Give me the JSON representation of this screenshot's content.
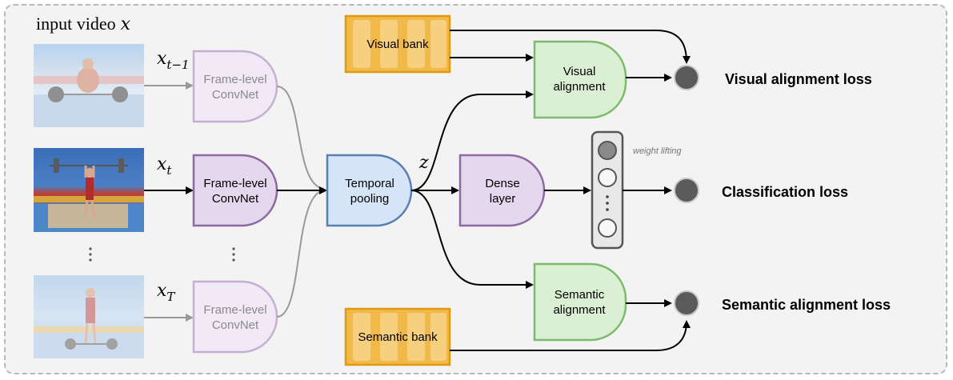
{
  "title": "input video",
  "title_var": "x",
  "frames": [
    {
      "sub": "t−1",
      "var": "x",
      "dim": true
    },
    {
      "sub": "t",
      "var": "x",
      "dim": false
    },
    {
      "sub": "T",
      "var": "x",
      "dim": true
    }
  ],
  "convnet_label_1": "Frame-level",
  "convnet_label_2": "ConvNet",
  "temporal_label_1": "Temporal",
  "temporal_label_2": "pooling",
  "z_label": "z",
  "dense_label_1": "Dense",
  "dense_label_2": "layer",
  "visual_bank": "Visual bank",
  "semantic_bank": "Semantic bank",
  "visual_align_1": "Visual",
  "visual_align_2": "alignment",
  "semantic_align_1": "Semantic",
  "semantic_align_2": "alignment",
  "class_caption": "weight lifting",
  "losses": {
    "visual": "Visual alignment loss",
    "classification": "Classification loss",
    "semantic": "Semantic alignment loss"
  },
  "colors": {
    "convnet_fill": "#e8daef",
    "convnet_stroke": "#8e6aa3",
    "convnet_dim_stroke": "#c4b0d3",
    "temporal_fill": "#d6e6f8",
    "temporal_stroke": "#5a7fb3",
    "align_fill": "#dcefd6",
    "align_stroke": "#7dbb6c",
    "bank_fill": "#f3c86b",
    "bank_stroke": "#e09a10",
    "loss_dot": "#555555"
  }
}
